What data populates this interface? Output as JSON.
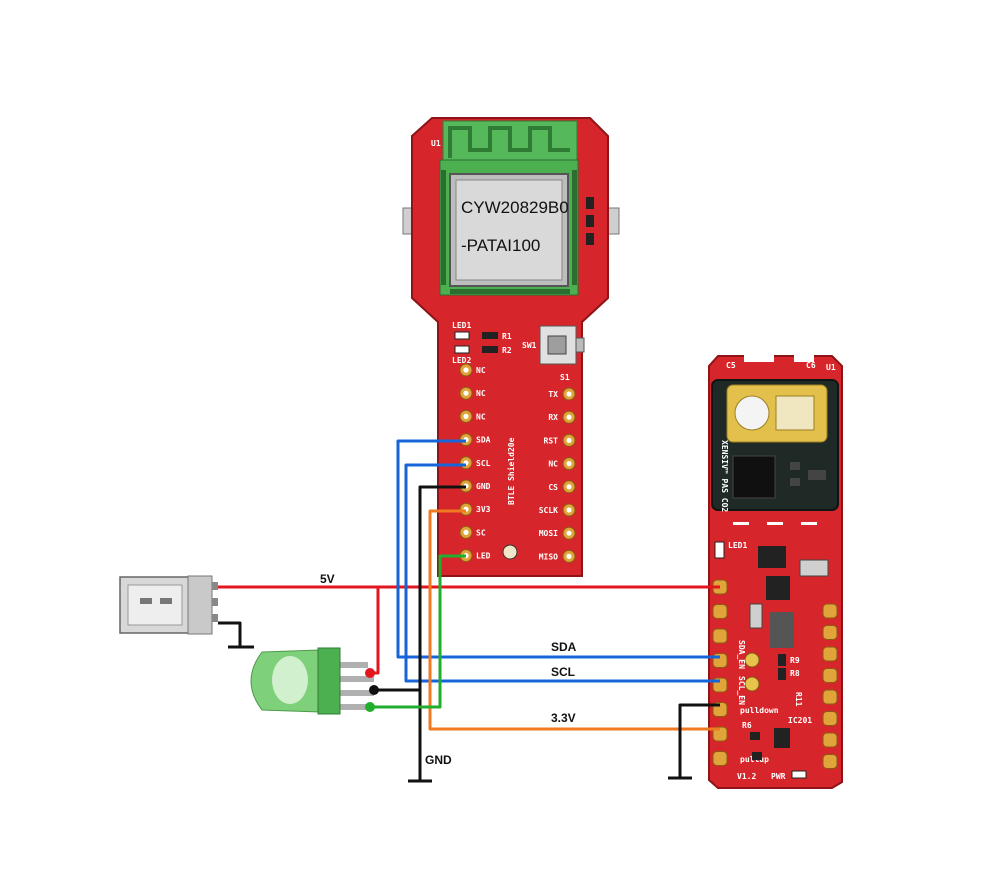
{
  "colors": {
    "board_red": "#d7262b",
    "board_dark_red": "#b01b20",
    "wire_5v": "#e3161d",
    "wire_sda": "#1565d8",
    "wire_scl": "#1565d8",
    "wire_3v3": "#f07a22",
    "wire_gnd": "#111111",
    "wire_led": "#1fae2e",
    "antenna_green": "#4caf50"
  },
  "ble_board": {
    "chip_line1": "CYW20829B0",
    "chip_line2": "-PATAI100",
    "silk_u1": "U1",
    "silk_led1": "LED1",
    "silk_led2": "LED2",
    "silk_r1": "R1",
    "silk_r2": "R2",
    "silk_sw1": "SW1",
    "silk_s1": "S1",
    "silk_title": "BTLE Shield20e",
    "left_pins": [
      "NC",
      "NC",
      "NC",
      "SDA",
      "SCL",
      "GND",
      "3V3",
      "SC",
      "LED"
    ],
    "right_pins": [
      "TX",
      "RX",
      "RST",
      "NC",
      "CS",
      "SCLK",
      "MOSI",
      "MISO"
    ]
  },
  "sensor_board": {
    "brand": "XENSIV™ PAS CO2",
    "silk_u1": "U1",
    "silk_c5": "C5",
    "silk_c6": "C6",
    "silk_led1": "LED1",
    "silk_r9": "R9",
    "silk_r8": "R8",
    "silk_r11": "R11",
    "silk_r6": "R6",
    "silk_ic201": "IC201",
    "silk_pulldown": "pulldown",
    "silk_pullup": "pullup",
    "silk_sda_en": "SDA_EN",
    "silk_scl_en": "SCL_EN",
    "silk_version": "V1.2",
    "silk_pwr": "PWR"
  },
  "wires": {
    "label_5v": "5V",
    "label_sda": "SDA",
    "label_scl": "SCL",
    "label_3v3": "3.3V",
    "label_gnd": "GND"
  },
  "parts": {
    "usb_plug": "usb-a-plug",
    "rgb_led": "rgb-led"
  }
}
